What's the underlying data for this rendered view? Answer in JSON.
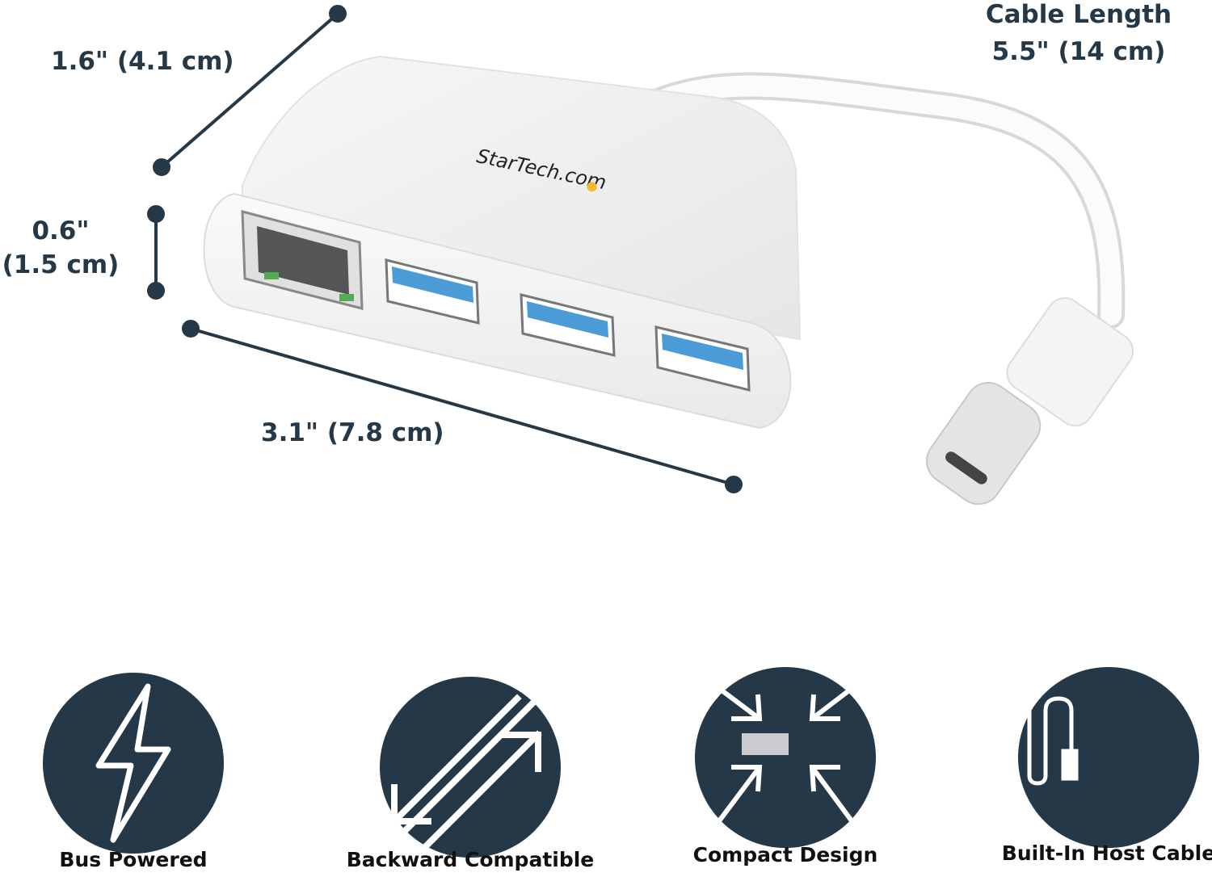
{
  "brand": {
    "logo_text": "StarTech.com",
    "logo_dot_color": "#f5b82e"
  },
  "colors": {
    "navy": "#253847",
    "port_blue": "#4a9bd6"
  },
  "dimensions": {
    "depth": "1.6\" (4.1 cm)",
    "height_line1": "0.6\"",
    "height_line2": "(1.5 cm)",
    "width": "3.1\" (7.8 cm)",
    "cable_title": "Cable Length",
    "cable_value": "5.5\" (14 cm)"
  },
  "features": [
    {
      "label": "Bus Powered",
      "icon": "lightning-bolt-icon"
    },
    {
      "label": "Backward Compatible",
      "icon": "bidirectional-arrows-icon"
    },
    {
      "label": "Compact Design",
      "icon": "compress-arrows-icon"
    },
    {
      "label": "Built-In Host Cable",
      "icon": "cable-icon"
    }
  ]
}
